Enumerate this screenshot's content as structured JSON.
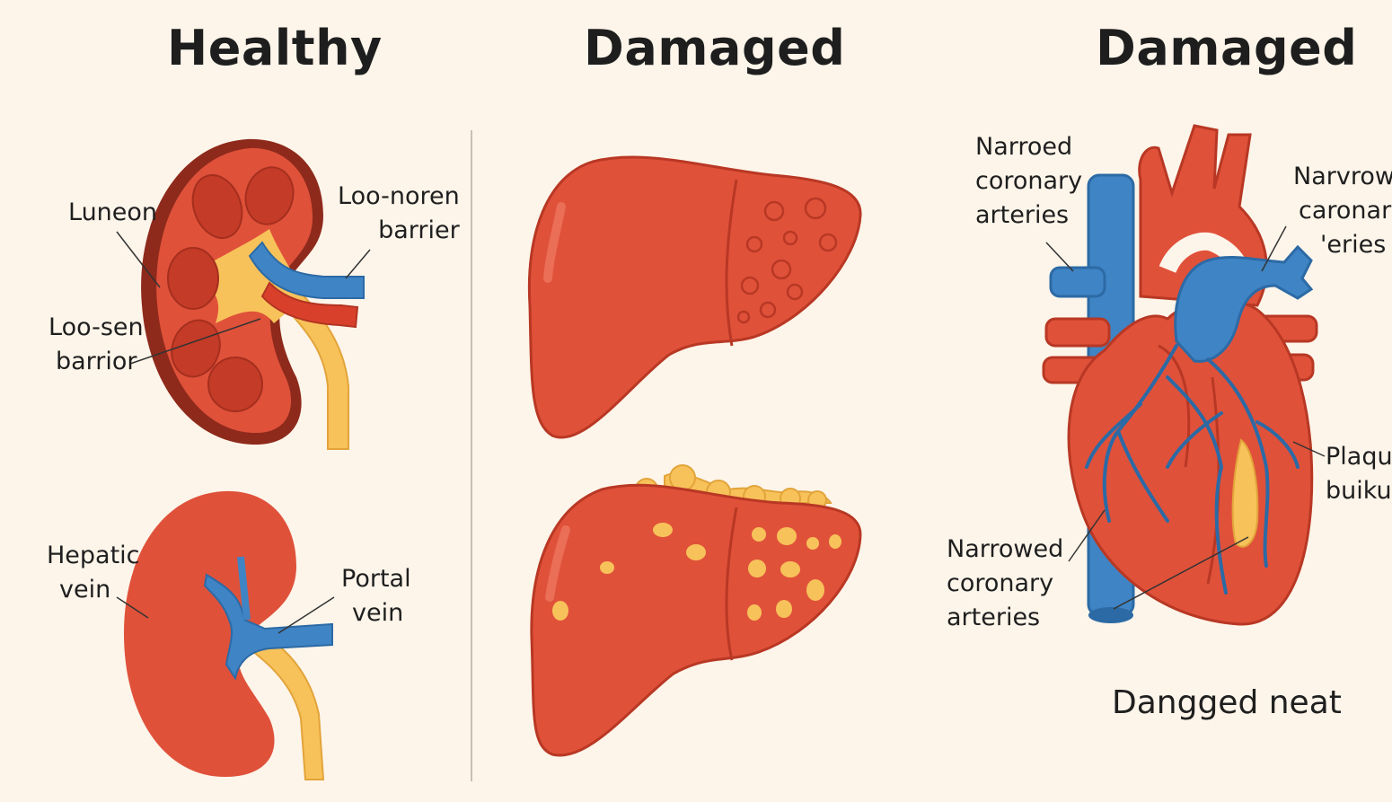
{
  "columns": {
    "left_title": "Healthy",
    "middle_title": "Damaged",
    "right_title": "Damaged"
  },
  "kidney_top": {
    "label_a": "Luneon",
    "label_b_line1": "Loo-noren",
    "label_b_line2": "barrier",
    "label_c_line1": "Loo-sen",
    "label_c_line2": "barrior"
  },
  "kidney_bottom": {
    "label_a_line1": "Hepatic",
    "label_a_line2": "vein",
    "label_b_line1": "Portal",
    "label_b_line2": "vein"
  },
  "heart": {
    "label_tl_1": "Narroed",
    "label_tl_2": "coronary",
    "label_tl_3": "arteries",
    "label_tr_1": "Narvrow",
    "label_tr_2": "caronar",
    "label_tr_3": "'eries",
    "label_r_1": "Plaqu",
    "label_r_2": "buiku",
    "label_bl_1": "Narrowed",
    "label_bl_2": "coronary",
    "label_bl_3": "arteries",
    "caption": "Dangged neat"
  },
  "colors": {
    "background": "#fdf5ea",
    "organ_red": "#e0513a",
    "organ_dark": "#b83824",
    "vein_blue": "#3f84c4",
    "fat_yellow": "#f8c25a"
  }
}
